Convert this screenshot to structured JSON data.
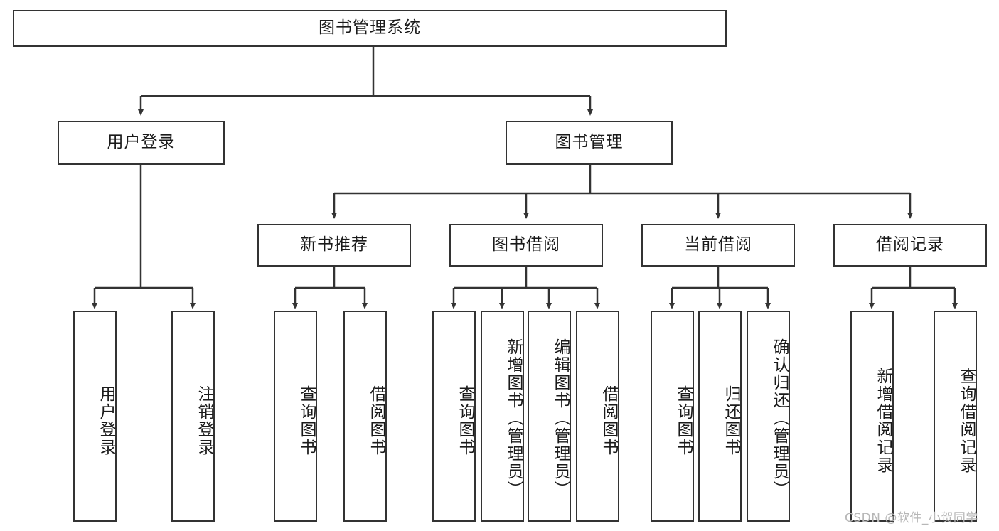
{
  "diagram": {
    "title": "图书管理系统",
    "watermark": "CSDN @软件_小贺同学",
    "colors": {
      "border": "#333333",
      "background": "#ffffff",
      "text": "#1a1a1a",
      "watermark": "#b7b7b7"
    },
    "root": {
      "label": "图书管理系统"
    },
    "level2": [
      {
        "label": "用户登录"
      },
      {
        "label": "图书管理"
      }
    ],
    "level3": [
      {
        "label": "新书推荐"
      },
      {
        "label": "图书借阅"
      },
      {
        "label": "当前借阅"
      },
      {
        "label": "借阅记录"
      }
    ],
    "leaves": {
      "user_login": [
        {
          "label": "用户登录"
        },
        {
          "label": "注销登录"
        }
      ],
      "new_book_recommend": [
        {
          "label": "查询图书"
        },
        {
          "label": "借阅图书"
        }
      ],
      "book_borrow": [
        {
          "label": "查询图书"
        },
        {
          "label": "新增图书（管理员）"
        },
        {
          "label": "编辑图书（管理员）"
        },
        {
          "label": "借阅图书"
        }
      ],
      "current_borrow": [
        {
          "label": "查询图书"
        },
        {
          "label": "归还图书"
        },
        {
          "label": "确认归还（管理员）"
        }
      ],
      "borrow_record": [
        {
          "label": "新增借阅记录"
        },
        {
          "label": "查询借阅记录"
        }
      ]
    }
  }
}
